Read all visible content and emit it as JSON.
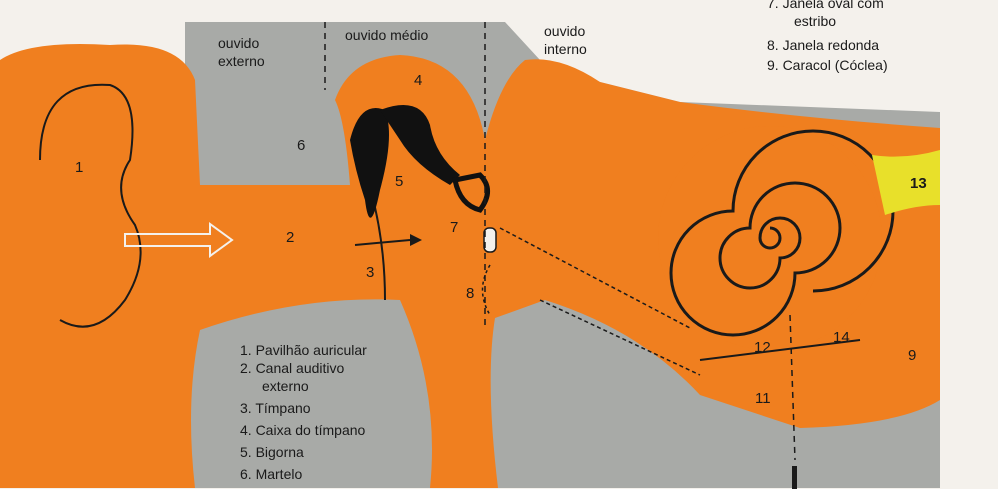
{
  "colors": {
    "tissue": "#f07f1f",
    "bone": "#a8aaa7",
    "ossicles": "#111111",
    "nerve": "#e8e02a",
    "paper": "#f4f1ec"
  },
  "regions": {
    "outer": [
      "ouvido",
      "externo"
    ],
    "middle": "ouvido médio",
    "inner": [
      "ouvido",
      "interno"
    ]
  },
  "part_numbers": {
    "n1": "1",
    "n2": "2",
    "n3": "3",
    "n4": "4",
    "n5": "5",
    "n6": "6",
    "n7": "7",
    "n8": "8",
    "n9": "9",
    "n11": "11",
    "n12": "12",
    "n13": "13",
    "n14": "14"
  },
  "legend_top": [
    "7. Janela oval com",
    "estribo",
    "8. Janela redonda",
    "9. Caracol (Cóclea)"
  ],
  "legend_bottom": [
    "1. Pavilhão auricular",
    "2. Canal auditivo",
    "externo",
    "3. Tímpano",
    "4. Caixa do tímpano",
    "5. Bigorna",
    "6. Martelo"
  ]
}
